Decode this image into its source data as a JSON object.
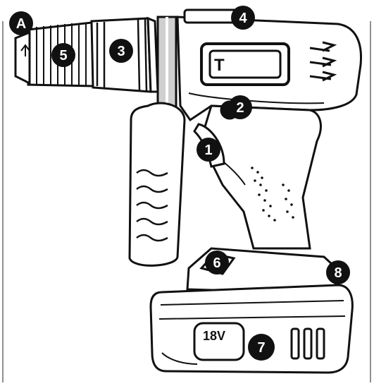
{
  "diagram": {
    "subject": "Cordless hammer drill, side view",
    "colors": {
      "line": "#111111",
      "fill": "#ffffff",
      "badge": "#111111",
      "badge_text": "#ffffff"
    },
    "callouts": [
      {
        "id": "1",
        "label": "1"
      },
      {
        "id": "2",
        "label": "2"
      },
      {
        "id": "3",
        "label": "3"
      },
      {
        "id": "4",
        "label": "4"
      },
      {
        "id": "5",
        "label": "5"
      },
      {
        "id": "6",
        "label": "6"
      },
      {
        "id": "7",
        "label": "7"
      },
      {
        "id": "8",
        "label": "8"
      },
      {
        "id": "A",
        "label": "A"
      }
    ],
    "battery_label": "18V"
  }
}
